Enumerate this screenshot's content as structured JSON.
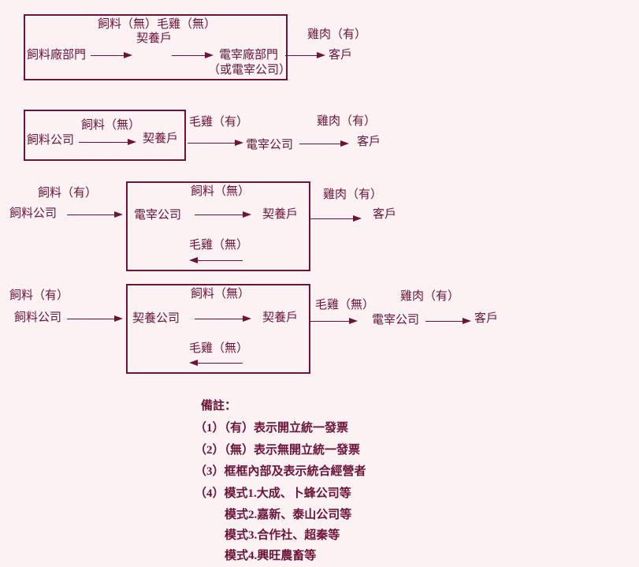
{
  "colors": {
    "ink": "#6B1338",
    "background": "#FCF1F3"
  },
  "models": {
    "m1": {
      "top_label": "飼料（無）毛雞（無）",
      "middle_node": "契養戶",
      "feed_dept": "飼料廠部門",
      "slaughter_dept": "電宰廠部門",
      "slaughter_alt": "（或電宰公司）",
      "meat_label": "雞肉（有）",
      "customer": "客戶"
    },
    "m2": {
      "feed_company": "飼料公司",
      "feed_label": "飼料（無）",
      "grower": "契養戶",
      "chicken_label": "毛雞（有）",
      "slaughter_company": "電宰公司",
      "meat_label": "雞肉（有）",
      "customer": "客戶"
    },
    "m3": {
      "feed_out_label": "飼料（有）",
      "feed_company": "飼料公司",
      "slaughter_company": "電宰公司",
      "feed_in_label": "飼料（無）",
      "grower": "契養戶",
      "chicken_back_label": "毛雞（無）",
      "meat_label": "雞肉（有）",
      "customer": "客戶"
    },
    "m4": {
      "feed_out_label": "飼料（有）",
      "feed_company": "飼料公司",
      "contract_company": "契養公司",
      "feed_in_label": "飼料（無）",
      "grower": "契養戶",
      "chicken_back_label": "毛雞（無）",
      "chicken_out_label": "毛雞（無）",
      "slaughter_company": "電宰公司",
      "meat_label": "雞肉（有）",
      "customer": "客戶"
    }
  },
  "notes": {
    "title": "備註：",
    "lines": [
      "（1）（有）表示開立統一發票",
      "（2）（無）表示無開立統一發票",
      "（3）框框內部及表示統合經營者",
      "（4）模式1.大成、卜蜂公司等",
      "模式2.嘉新、泰山公司等",
      "模式3.合作社、超秦等",
      "模式4.興旺農畜等"
    ]
  }
}
